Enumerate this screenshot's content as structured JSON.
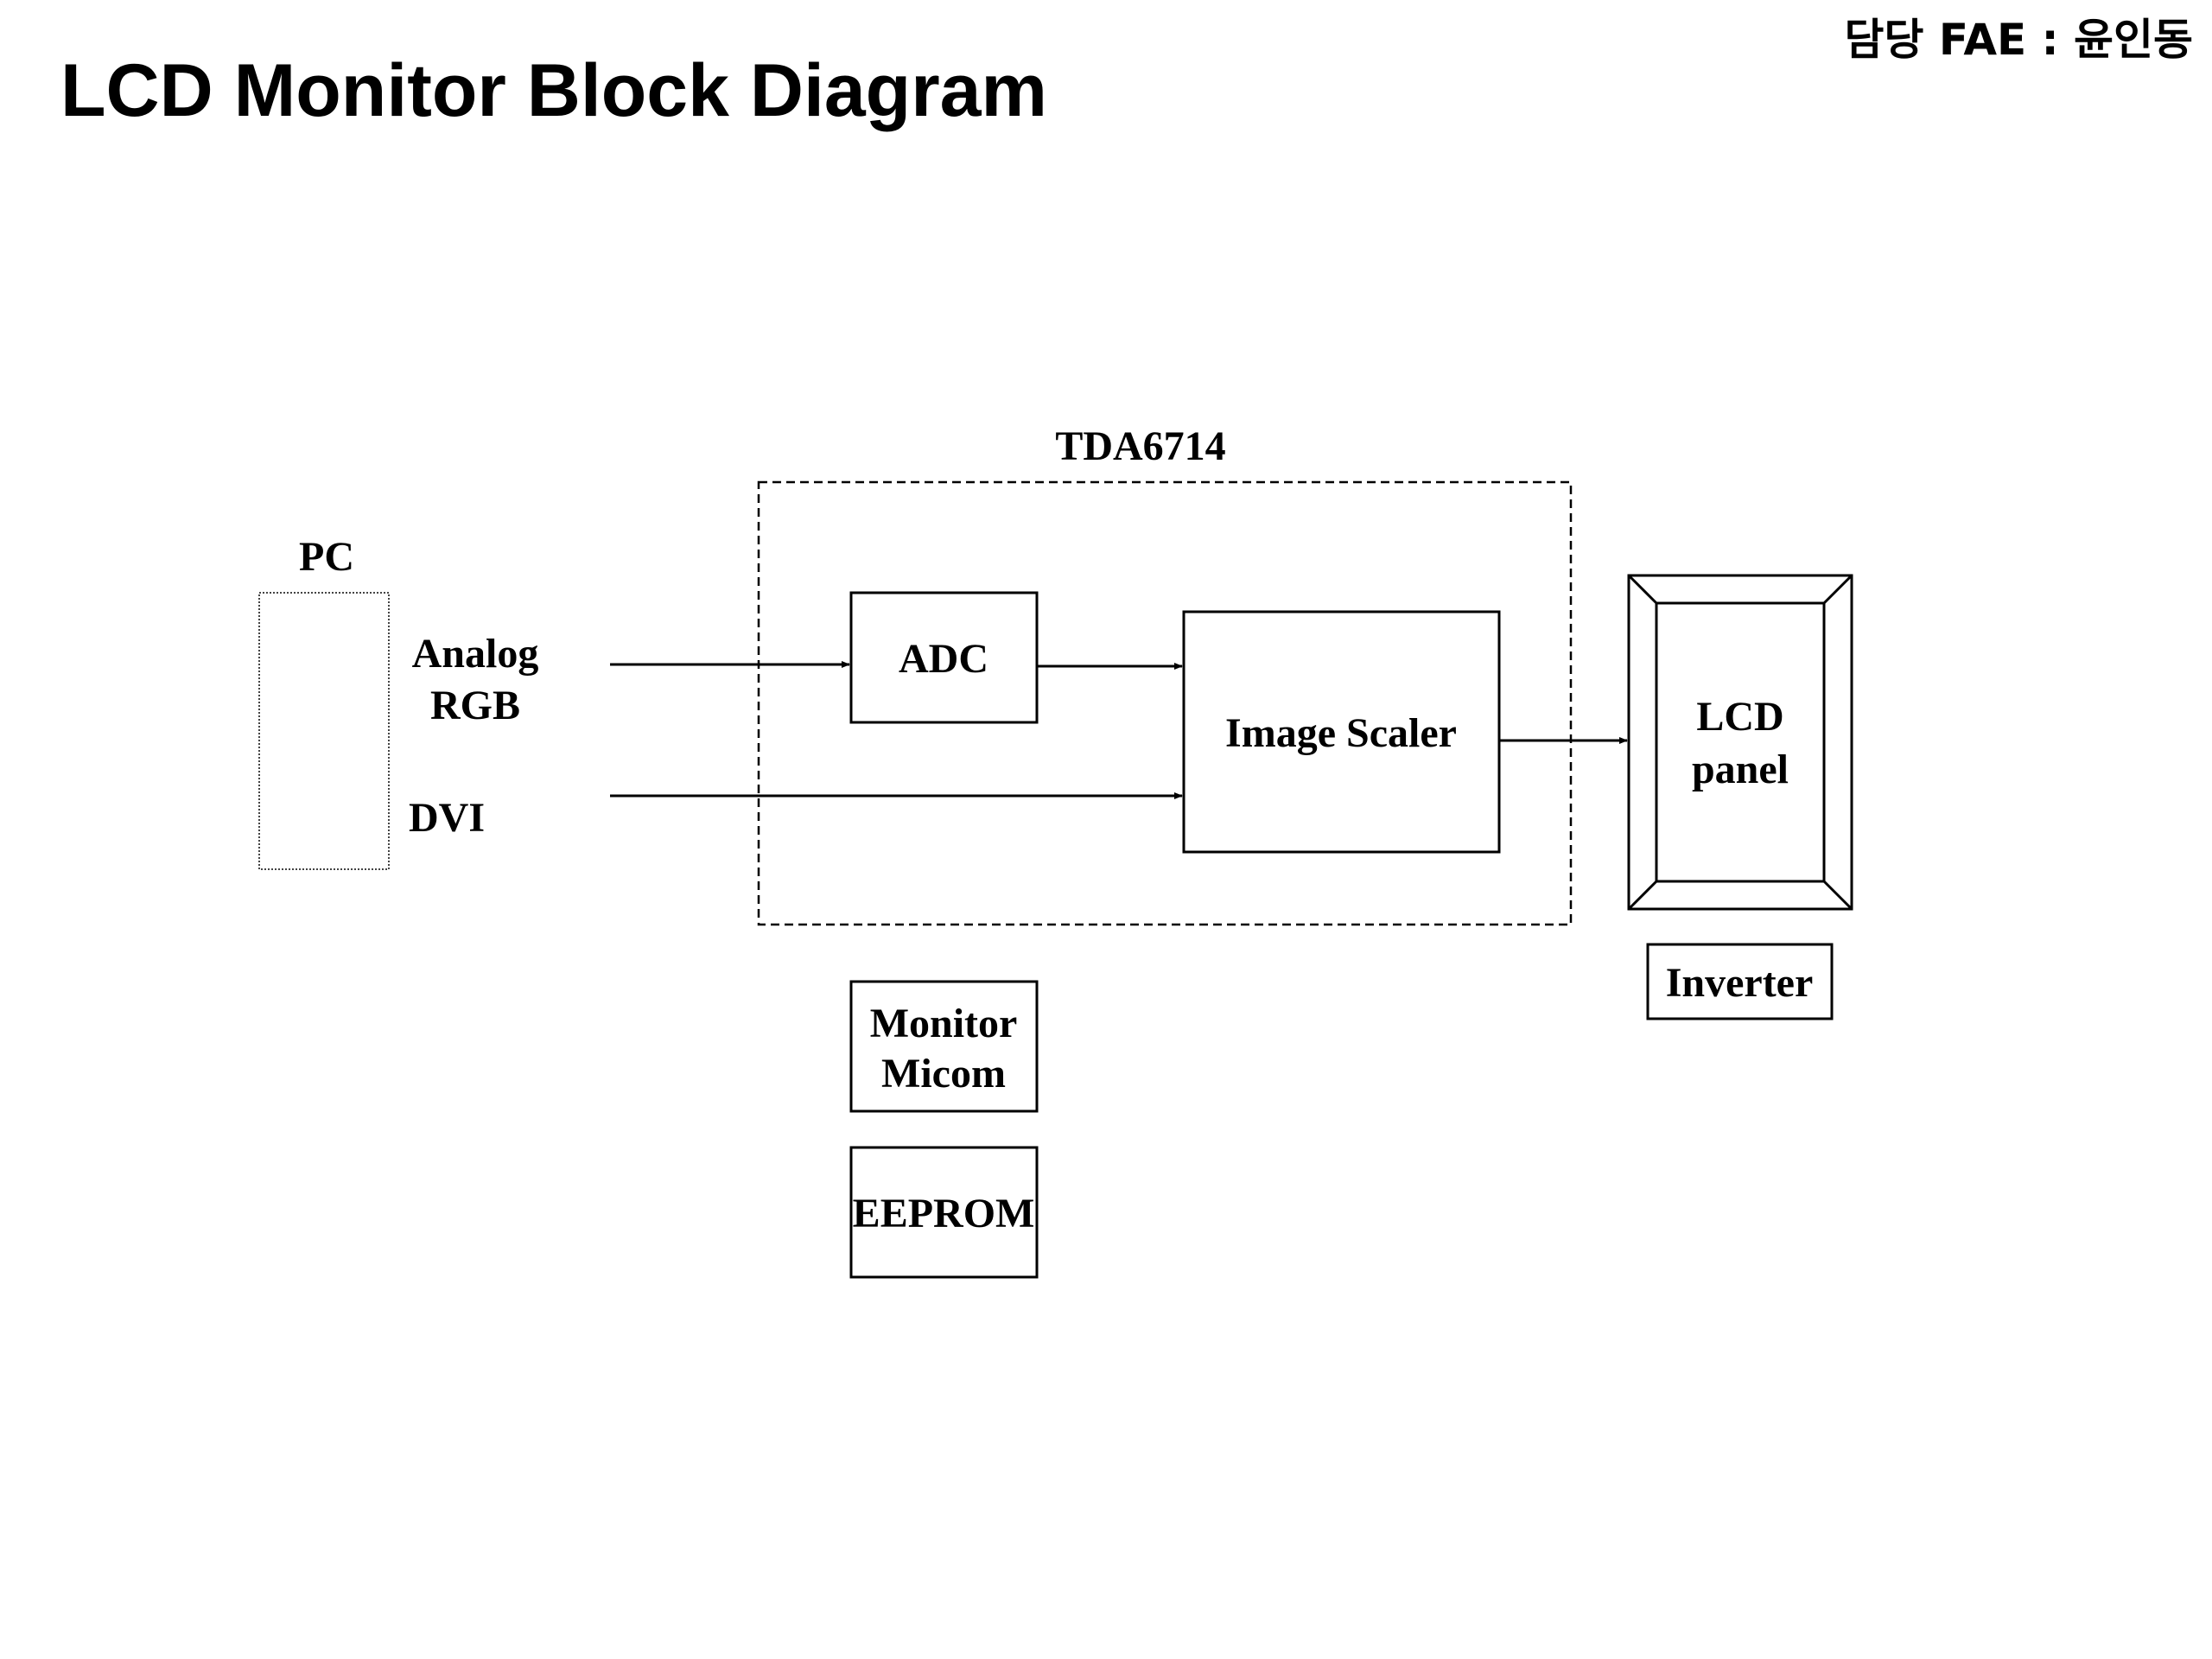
{
  "header": {
    "title": "LCD Monitor Block Diagram",
    "fae_credit": "담당 FAE : 윤인동"
  },
  "diagram": {
    "pc": {
      "label": "PC",
      "analog_rgb_line1": "Analog",
      "analog_rgb_line2": "RGB",
      "dvi": "DVI"
    },
    "chip_group": {
      "label": "TDA6714"
    },
    "adc": {
      "label": "ADC"
    },
    "image_scaler": {
      "label": "Image Scaler"
    },
    "lcd_panel": {
      "line1": "LCD",
      "line2": "panel"
    },
    "inverter": {
      "label": "Inverter"
    },
    "monitor_micom": {
      "line1": "Monitor",
      "line2": "Micom"
    },
    "eeprom": {
      "label": "EEPROM"
    },
    "connections": [
      {
        "from": "PC Analog RGB",
        "to": "ADC"
      },
      {
        "from": "ADC",
        "to": "Image Scaler"
      },
      {
        "from": "PC DVI",
        "to": "Image Scaler"
      },
      {
        "from": "Image Scaler",
        "to": "LCD panel"
      }
    ]
  }
}
